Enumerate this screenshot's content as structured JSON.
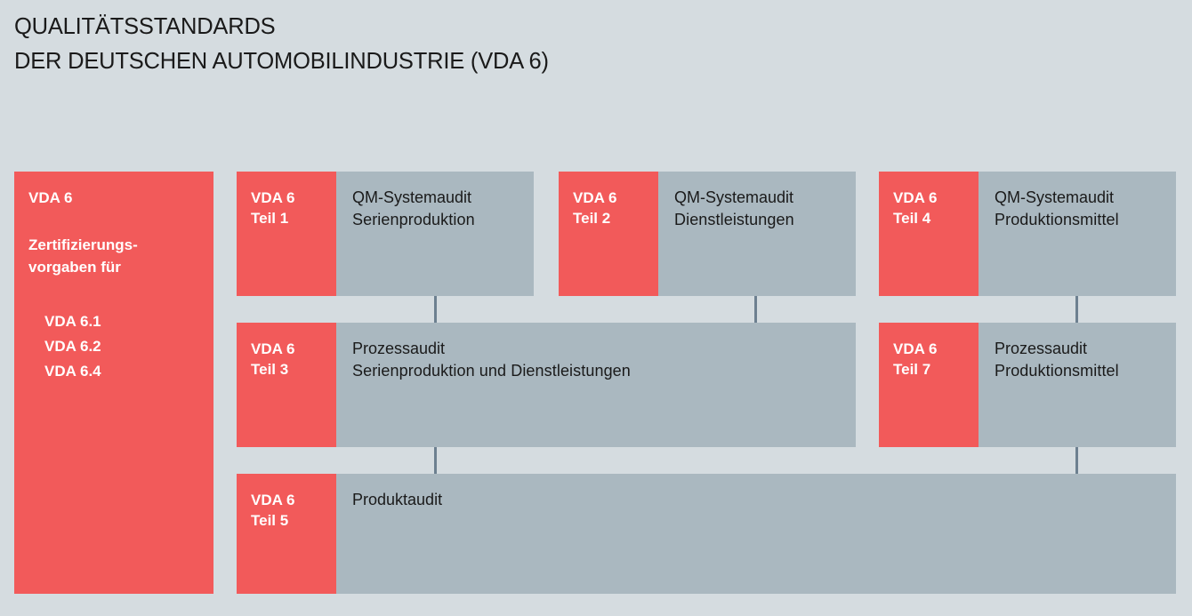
{
  "title": {
    "line1": "QUALITÄTSSTANDARDS",
    "line2": "DER DEUTSCHEN AUTOMOBILINDUSTRIE (VDA 6)"
  },
  "colors": {
    "background": "#d5dce0",
    "accent_red": "#f25a5a",
    "panel_gray": "#aab8c0",
    "connector": "#6d8090",
    "text_dark": "#1a1a1a",
    "text_light": "#ffffff"
  },
  "left_panel": {
    "heading": "VDA 6",
    "subtitle": "Zertifizierungs-\nvorgaben für",
    "items": [
      "VDA 6.1",
      "VDA 6.2",
      "VDA 6.4"
    ]
  },
  "boxes": [
    {
      "id": "teil-1",
      "tag_line1": "VDA 6",
      "tag_line2": "Teil 1",
      "body_line1": "QM-Systemaudit",
      "body_line2": "Serienproduktion"
    },
    {
      "id": "teil-2",
      "tag_line1": "VDA 6",
      "tag_line2": "Teil 2",
      "body_line1": "QM-Systemaudit",
      "body_line2": "Dienstleistungen"
    },
    {
      "id": "teil-4",
      "tag_line1": "VDA 6",
      "tag_line2": "Teil 4",
      "body_line1": "QM-Systemaudit",
      "body_line2": "Produktionsmittel"
    },
    {
      "id": "teil-3",
      "tag_line1": "VDA 6",
      "tag_line2": "Teil 3",
      "body_line1": "Prozessaudit",
      "body_line2": "Serienproduktion  und  Dienstleistungen"
    },
    {
      "id": "teil-7",
      "tag_line1": "VDA 6",
      "tag_line2": "Teil 7",
      "body_line1": "Prozessaudit",
      "body_line2": "Produktionsmittel"
    },
    {
      "id": "teil-5",
      "tag_line1": "VDA 6",
      "tag_line2": "Teil 5",
      "body_line1": "Produktaudit",
      "body_line2": ""
    }
  ]
}
